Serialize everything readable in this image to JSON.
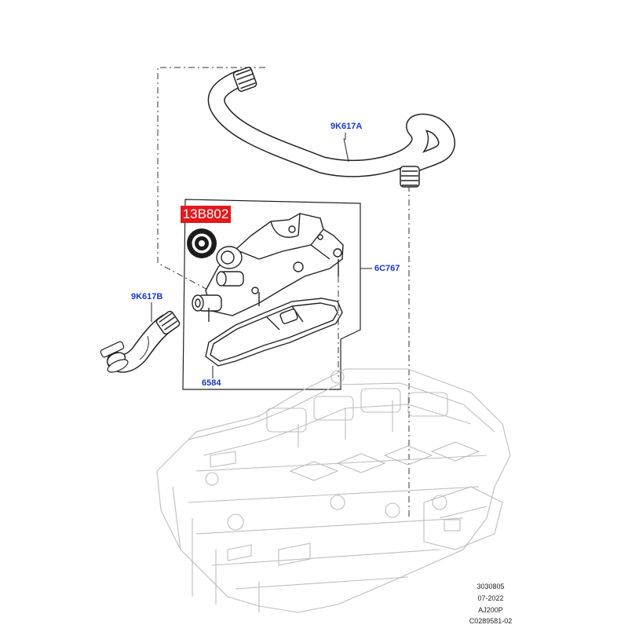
{
  "callouts": {
    "hose_upper": "9K617A",
    "hose_lower": "9K617B",
    "highlighted_part": "13B802",
    "cover": "6C767",
    "gasket": "6584"
  },
  "stamp": {
    "line1": "3030805",
    "line2": "07-2022",
    "line3": "AJ200P",
    "line4": "C0289581-02"
  },
  "colors": {
    "callout_text": "#1a35c7",
    "highlight_bg": "#e3191c",
    "line_art": "#222222",
    "engine_art": "#bdbdbd"
  }
}
